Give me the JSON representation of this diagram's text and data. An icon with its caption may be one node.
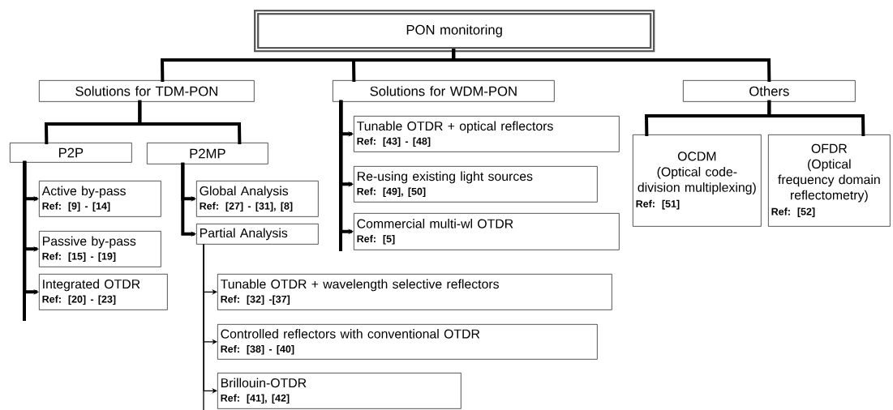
{
  "diagram": {
    "nodes": [
      {
        "text": [
          "PON monitoring"
        ]
      },
      {
        "text": [
          "Solutions for TDM-PON"
        ]
      },
      {
        "text": [
          "Solutions for WDM-PON"
        ]
      },
      {
        "text": [
          "Others"
        ]
      },
      {
        "text": [
          "P2P"
        ]
      },
      {
        "text": [
          "P2MP"
        ]
      },
      {
        "text": [
          "Active by-pass",
          "Ref: [9] - [14]"
        ]
      },
      {
        "text": [
          "Passive by-pass",
          "Ref: [15] - [19]"
        ]
      },
      {
        "text": [
          "Integrated OTDR",
          "Ref: [20] - [23]"
        ]
      },
      {
        "text": [
          "Global Analysis",
          "Ref: [27] - [31], [8]"
        ]
      },
      {
        "text": [
          "Partial Analysis"
        ]
      },
      {
        "text": [
          "Tunable OTDR + wavelength selective reflectors",
          "Ref: [32] -[37]"
        ]
      },
      {
        "text": [
          "Controlled reflectors with conventional OTDR",
          "Ref: [38] - [40]"
        ]
      },
      {
        "text": [
          "Brillouin-OTDR",
          "Ref: [41], [42]"
        ]
      },
      {
        "text": [
          "Tunable OTDR + optical reflectors",
          "Ref: [43] - [48]"
        ]
      },
      {
        "text": [
          "Re-using existing light sources",
          "Ref: [49], [50]"
        ]
      },
      {
        "text": [
          "Commercial multi-wl OTDR",
          "Ref: [5]"
        ]
      },
      {
        "text": [
          "OCDM",
          "(Optical code-division multiplexing)",
          "Ref: [51]"
        ]
      },
      {
        "text": [
          "OFDR",
          "(Optical frequency domain reflectometry)",
          "Ref: [52]"
        ]
      }
    ],
    "edges": [
      {
        "from": 0,
        "to": 1,
        "arrow": "none"
      },
      {
        "from": 0,
        "to": 2,
        "arrow": "none"
      },
      {
        "from": 0,
        "to": 3,
        "arrow": "none"
      },
      {
        "from": 1,
        "to": 4,
        "arrow": "none"
      },
      {
        "from": 1,
        "to": 5,
        "arrow": "none"
      },
      {
        "from": 3,
        "to": 17,
        "arrow": "none"
      },
      {
        "from": 3,
        "to": 18,
        "arrow": "none"
      },
      {
        "from": 4,
        "to": 6,
        "arrow": "to"
      },
      {
        "from": 4,
        "to": 7,
        "arrow": "to"
      },
      {
        "from": 4,
        "to": 8,
        "arrow": "to"
      },
      {
        "from": 5,
        "to": 9,
        "arrow": "to"
      },
      {
        "from": 5,
        "to": 10,
        "arrow": "to"
      },
      {
        "from": 10,
        "to": 11,
        "arrow": "to"
      },
      {
        "from": 10,
        "to": 12,
        "arrow": "to"
      },
      {
        "from": 10,
        "to": 13,
        "arrow": "to"
      },
      {
        "from": 2,
        "to": 14,
        "arrow": "to"
      },
      {
        "from": 2,
        "to": 15,
        "arrow": "to"
      },
      {
        "from": 2,
        "to": 16,
        "arrow": "to"
      }
    ]
  }
}
